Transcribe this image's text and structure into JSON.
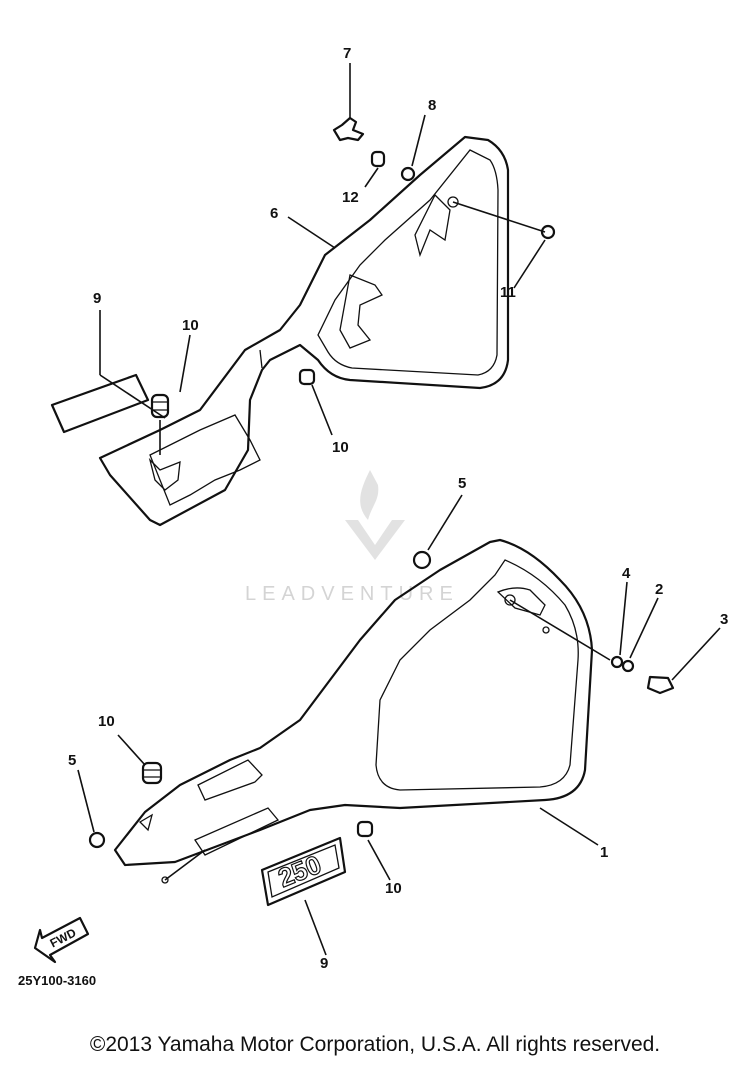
{
  "diagram": {
    "callouts": {
      "c7": "7",
      "c8": "8",
      "c12": "12",
      "c6": "6",
      "c11": "11",
      "c9a": "9",
      "c10a": "10",
      "c10b": "10",
      "c5a": "5",
      "c4": "4",
      "c2": "2",
      "c3": "3",
      "c10c": "10",
      "c5b": "5",
      "c1": "1",
      "c10d": "10",
      "c9b": "9"
    },
    "emblem_text": "250",
    "arrow_label": "FWD",
    "part_code": "25Y100-3160",
    "watermark": "LEADVENTURE"
  },
  "footer": {
    "copyright": "©2013 Yamaha Motor Corporation, U.S.A. All rights reserved."
  }
}
